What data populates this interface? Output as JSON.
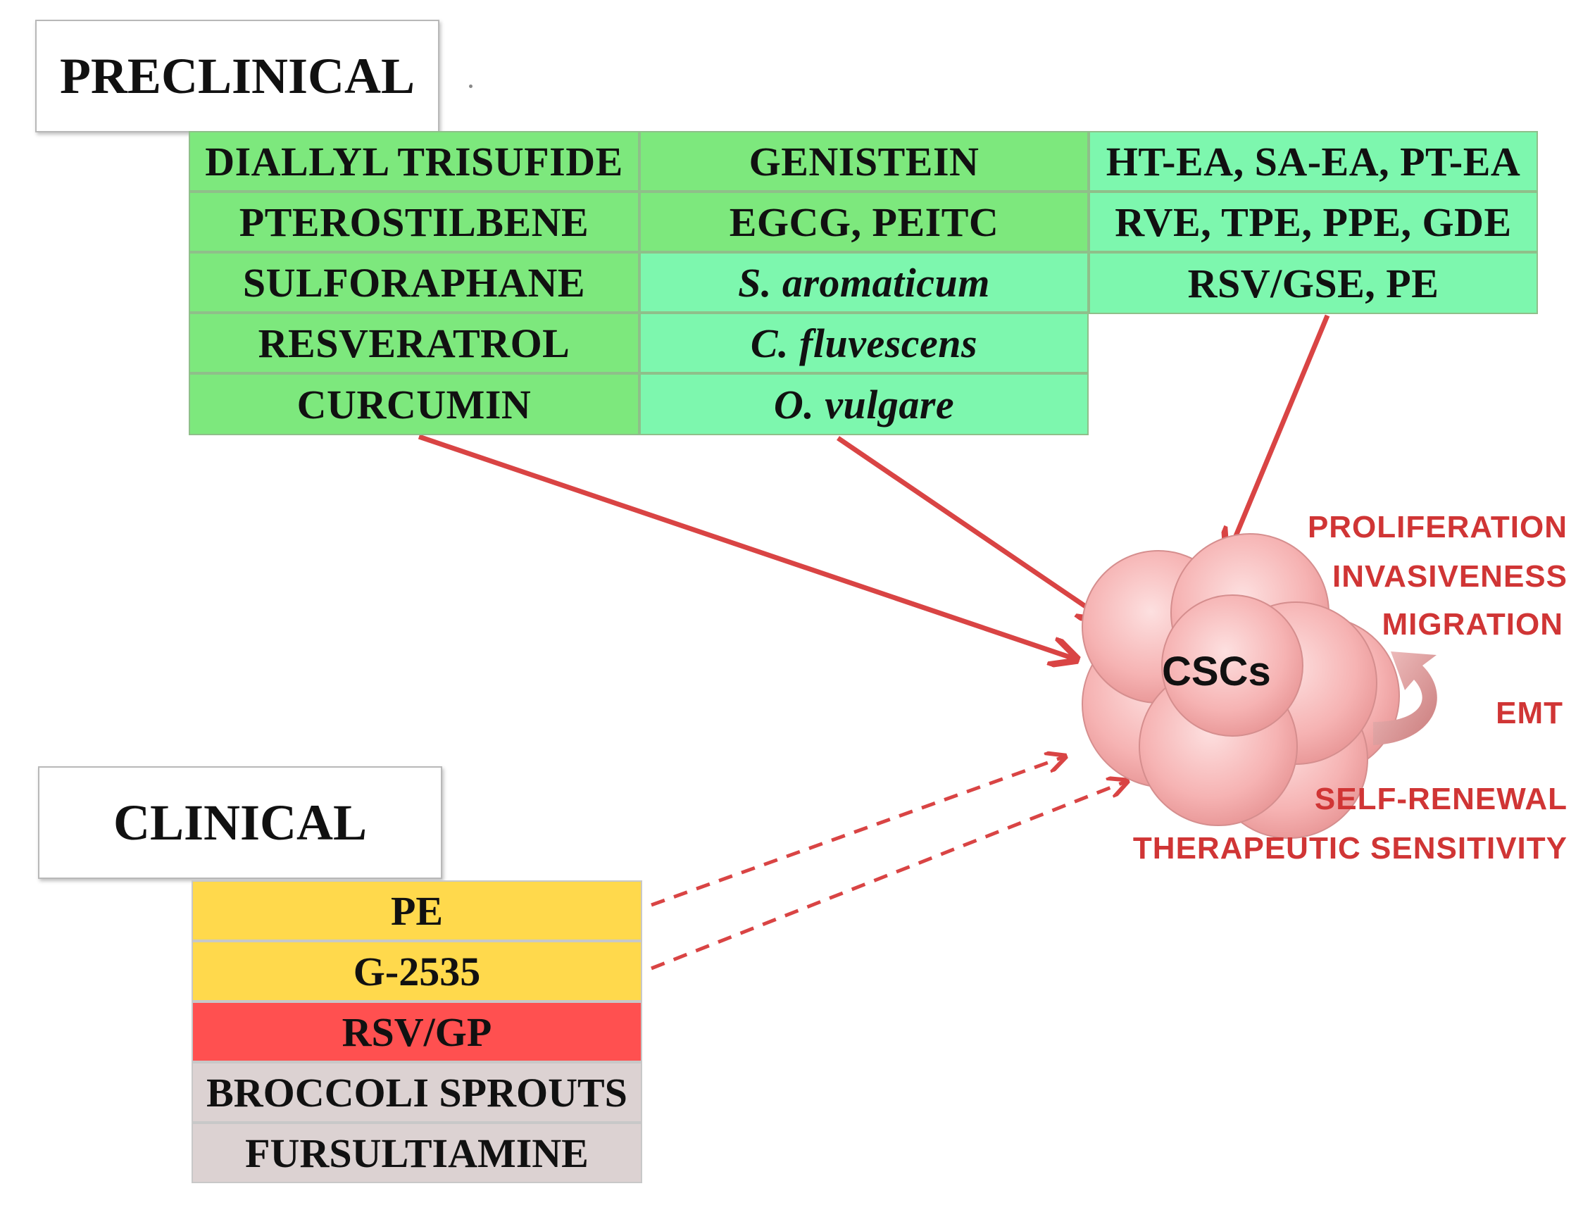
{
  "preclinical": {
    "label": "PRECLINICAL",
    "column1": [
      "DIALLYL TRISUFIDE",
      "PTEROSTILBENE",
      "SULFORAPHANE",
      "RESVERATROL",
      "CURCUMIN"
    ],
    "column2": [
      "GENISTEIN",
      "EGCG, PEITC",
      "S. aromaticum",
      "C. fluvescens",
      "O. vulgare"
    ],
    "column3": [
      "HT-EA, SA-EA, PT-EA",
      "RVE, TPE, PPE, GDE",
      "RSV/GSE, PE"
    ]
  },
  "clinical": {
    "label": "CLINICAL",
    "items": [
      "PE",
      "G-2535",
      "RSV/GP",
      "BROCCOLI SPROUTS",
      "FURSULTIAMINE"
    ]
  },
  "target": {
    "label": "CSCs",
    "effects": [
      "PROLIFERATION",
      "INVASIVENESS",
      "MIGRATION",
      "EMT",
      "SELF-RENEWAL",
      "THERAPEUTIC SENSITIVITY"
    ]
  },
  "colors": {
    "green_cell": "#7de87d",
    "teal_cell": "#7df7ae",
    "yellow_cell": "#ffd94c",
    "red_cell": "#ff5050",
    "grey_cell": "#dcd2d2",
    "arrow_red": "#d94444",
    "effect_text": "#d03535",
    "cell_pink": "#f7b6b6"
  }
}
